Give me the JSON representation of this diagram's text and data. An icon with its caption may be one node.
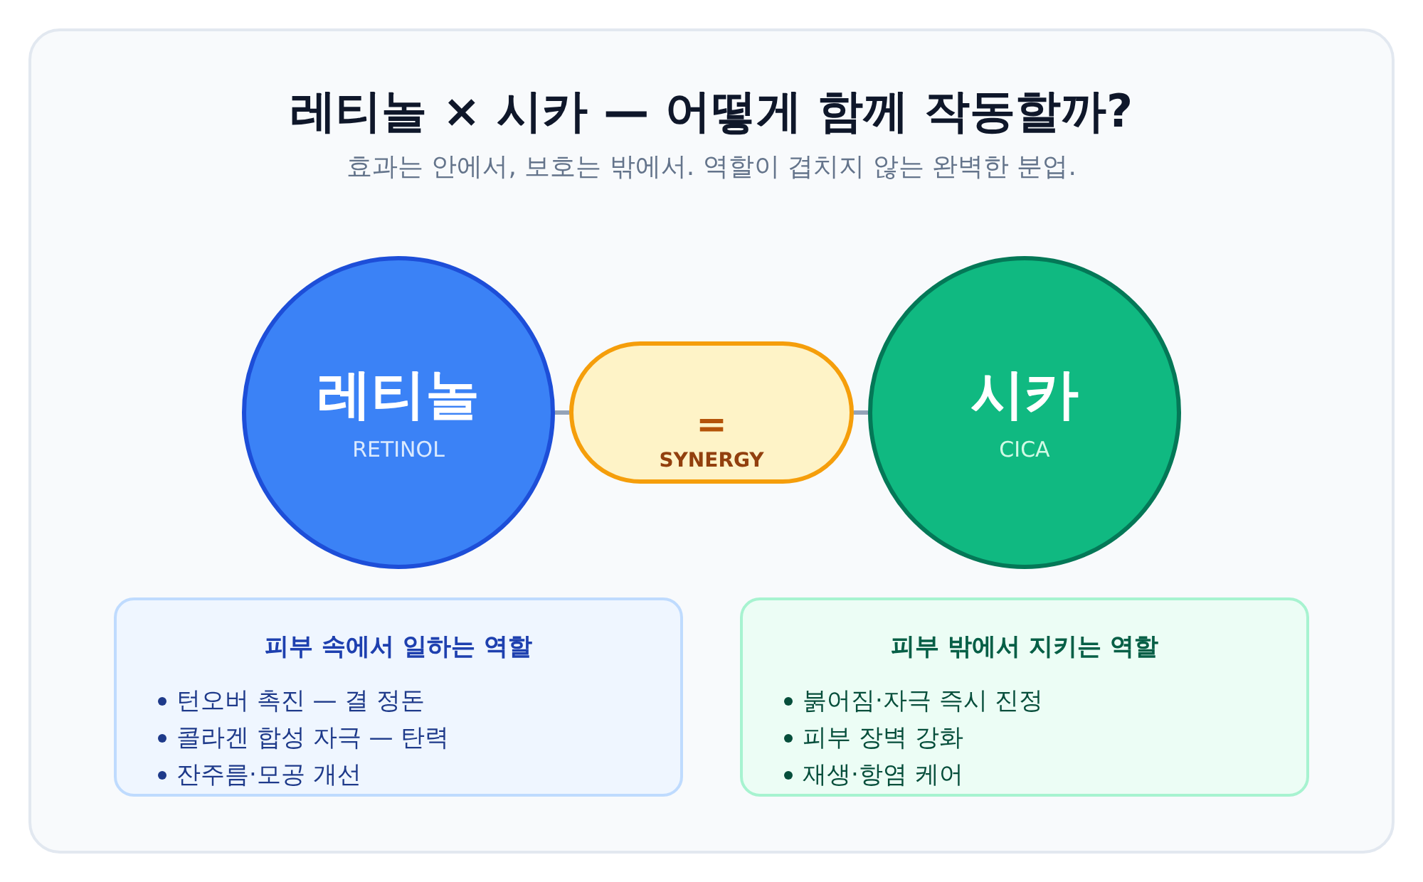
{
  "diagram": {
    "title": "레티놀 × 시카 — 어떻게 함께 작동할까?",
    "nodes": [
      {
        "text": [
          "레티놀",
          "RETINOL"
        ]
      },
      {
        "text": [
          "=",
          "SYNERGY"
        ]
      },
      {
        "text": [
          "시카",
          "CICA"
        ]
      },
      {
        "text": [
          "피부 속에서 일하는 역할",
          "턴오버 촉진 — 결 정돈",
          "콜라겐 합성 자극 — 탄력",
          "잔주름·모공 개선"
        ]
      },
      {
        "text": [
          "피부 밖에서 지키는 역할",
          "붉어짐·자극 즉시 진정",
          "피부 장벽 강화",
          "재생·항염 케어"
        ]
      }
    ],
    "edges": [
      {
        "from": 0,
        "to": 1,
        "arrow": "none"
      },
      {
        "from": 1,
        "to": 2,
        "arrow": "none"
      }
    ],
    "labels": [
      "효과는 안에서, 보호는 밖에서. 역할이 겹치지 않는 완벽한 분업."
    ]
  }
}
